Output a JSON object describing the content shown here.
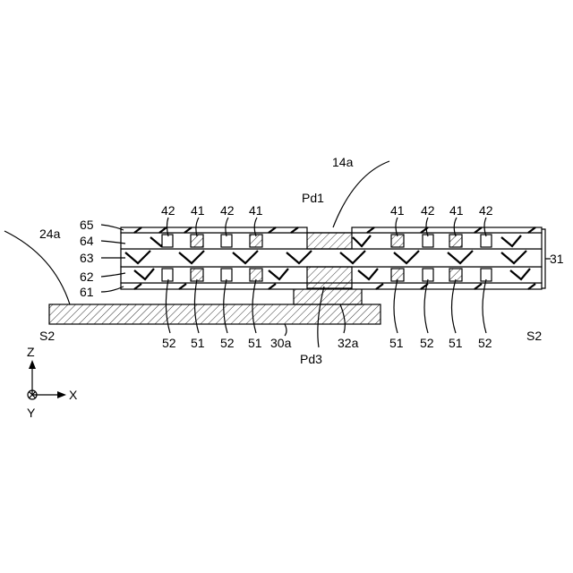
{
  "labels": {
    "14a": "14a",
    "24a": "24a",
    "Pd1": "Pd1",
    "Pd3": "Pd3",
    "31": "31",
    "30a": "30a",
    "32a": "32a",
    "S2": "S2",
    "61": "61",
    "62": "62",
    "63": "63",
    "64": "64",
    "65": "65",
    "41": "41",
    "42": "42",
    "51": "51",
    "52": "52"
  },
  "axes": {
    "z": "Z",
    "x": "X",
    "y": "Y"
  },
  "colors": {
    "stroke": "#000000",
    "background": "#ffffff"
  }
}
